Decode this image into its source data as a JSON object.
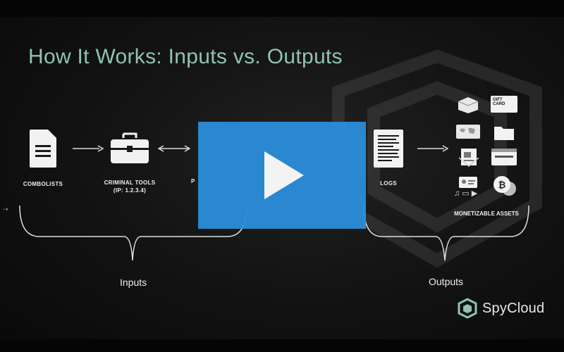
{
  "title": "How It Works: Inputs vs. Outputs",
  "nodes": {
    "combolists": "COMBOLISTS",
    "criminal_tools_1": "CRIMINAL TOOLS",
    "criminal_tools_2": "(IP: 1.2.3.4)",
    "logs": "LOGS",
    "partial_hidden": "P"
  },
  "assets": {
    "label": "MONETIZABLE ASSETS",
    "gift_card_1": "GIFT",
    "gift_card_2": "CARD"
  },
  "braces": {
    "inputs": "Inputs",
    "outputs": "Outputs"
  },
  "brand": {
    "name": "SpyCloud"
  },
  "video": {
    "state": "paused"
  },
  "colors": {
    "title": "#8fc3b2",
    "play_overlay": "#2a8ed9",
    "background": "#141414"
  }
}
